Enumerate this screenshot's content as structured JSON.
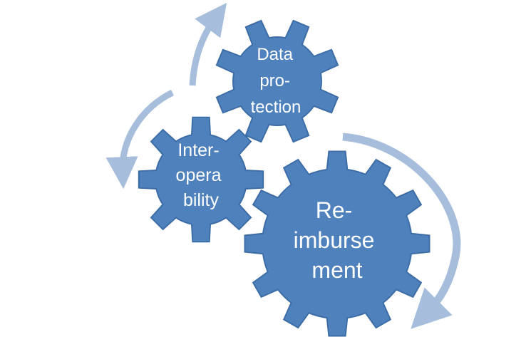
{
  "colors": {
    "gear_fill": "#4F81BD",
    "gear_stroke": "#3D6DA6",
    "arrow": "#A6BDDC",
    "text": "#FFFFFF",
    "background": "#FFFFFF"
  },
  "gears": [
    {
      "id": "data-protection",
      "lines": [
        "Data",
        "pro-",
        "tection"
      ]
    },
    {
      "id": "interoperability",
      "lines": [
        "Inter-",
        "opera",
        "bility"
      ]
    },
    {
      "id": "reimbursement",
      "lines": [
        "Re-",
        "imburse",
        "ment"
      ]
    }
  ],
  "arrows": [
    {
      "id": "arrow-left-top",
      "direction": "up"
    },
    {
      "id": "arrow-left-bottom",
      "direction": "down"
    },
    {
      "id": "arrow-right",
      "direction": "down"
    }
  ]
}
